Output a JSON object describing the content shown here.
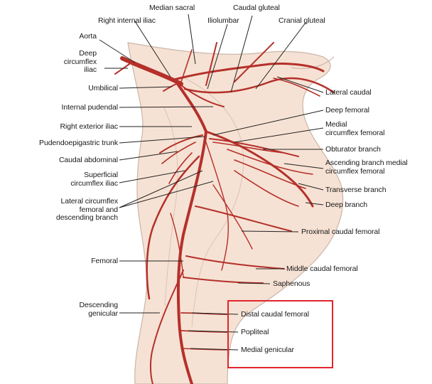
{
  "diagram": {
    "colors": {
      "artery": "#b5302a",
      "skin": "#f6e2d4",
      "skin_outline": "#c9b6a8",
      "leader": "#222222",
      "highlight": "#e0262c"
    },
    "labels": {
      "median_sacral": "Median sacral",
      "caudal_gluteal": "Caudal gluteal",
      "right_internal_iliac": "Right internal iliac",
      "iliolumbar": "Iliolumbar",
      "cranial_gluteal": "Cranial gluteal",
      "aorta": "Aorta",
      "deep_circumflex_iliac": "Deep\ncircumflex\niliac",
      "umbilical": "Umbilical",
      "internal_pudendal": "Internal pudendal",
      "right_exterior_iliac": "Right exterior iliac",
      "pudendoepigastric_trunk": "Pudendoepigastric trunk",
      "caudal_abdominal": "Caudal abdominal",
      "superficial_circumflex_iliac": "Superficial\ncircumflex iliac",
      "lateral_circumflex": "Lateral circumflex\nfemoral and\ndescending branch",
      "femoral": "Femoral",
      "descending_genicular": "Descending\ngenicular",
      "lateral_caudal": "Lateral caudal",
      "deep_femoral": "Deep femoral",
      "medial_circumflex_femoral": "Medial\ncircumflex femoral",
      "obturator_branch": "Obturator branch",
      "ascending_branch": "Ascending branch medial\ncircumflex femoral",
      "transverse_branch": "Transverse branch",
      "deep_branch": "Deep branch",
      "proximal_caudal_femoral": "Proximal caudal femoral",
      "middle_caudal_femoral": "Middle caudal femoral",
      "saphenous": "Saphenous",
      "distal_caudal_femoral": "Distal caudal femoral",
      "popliteal": "Popliteal",
      "medial_genicular": "Medial genicular"
    }
  }
}
